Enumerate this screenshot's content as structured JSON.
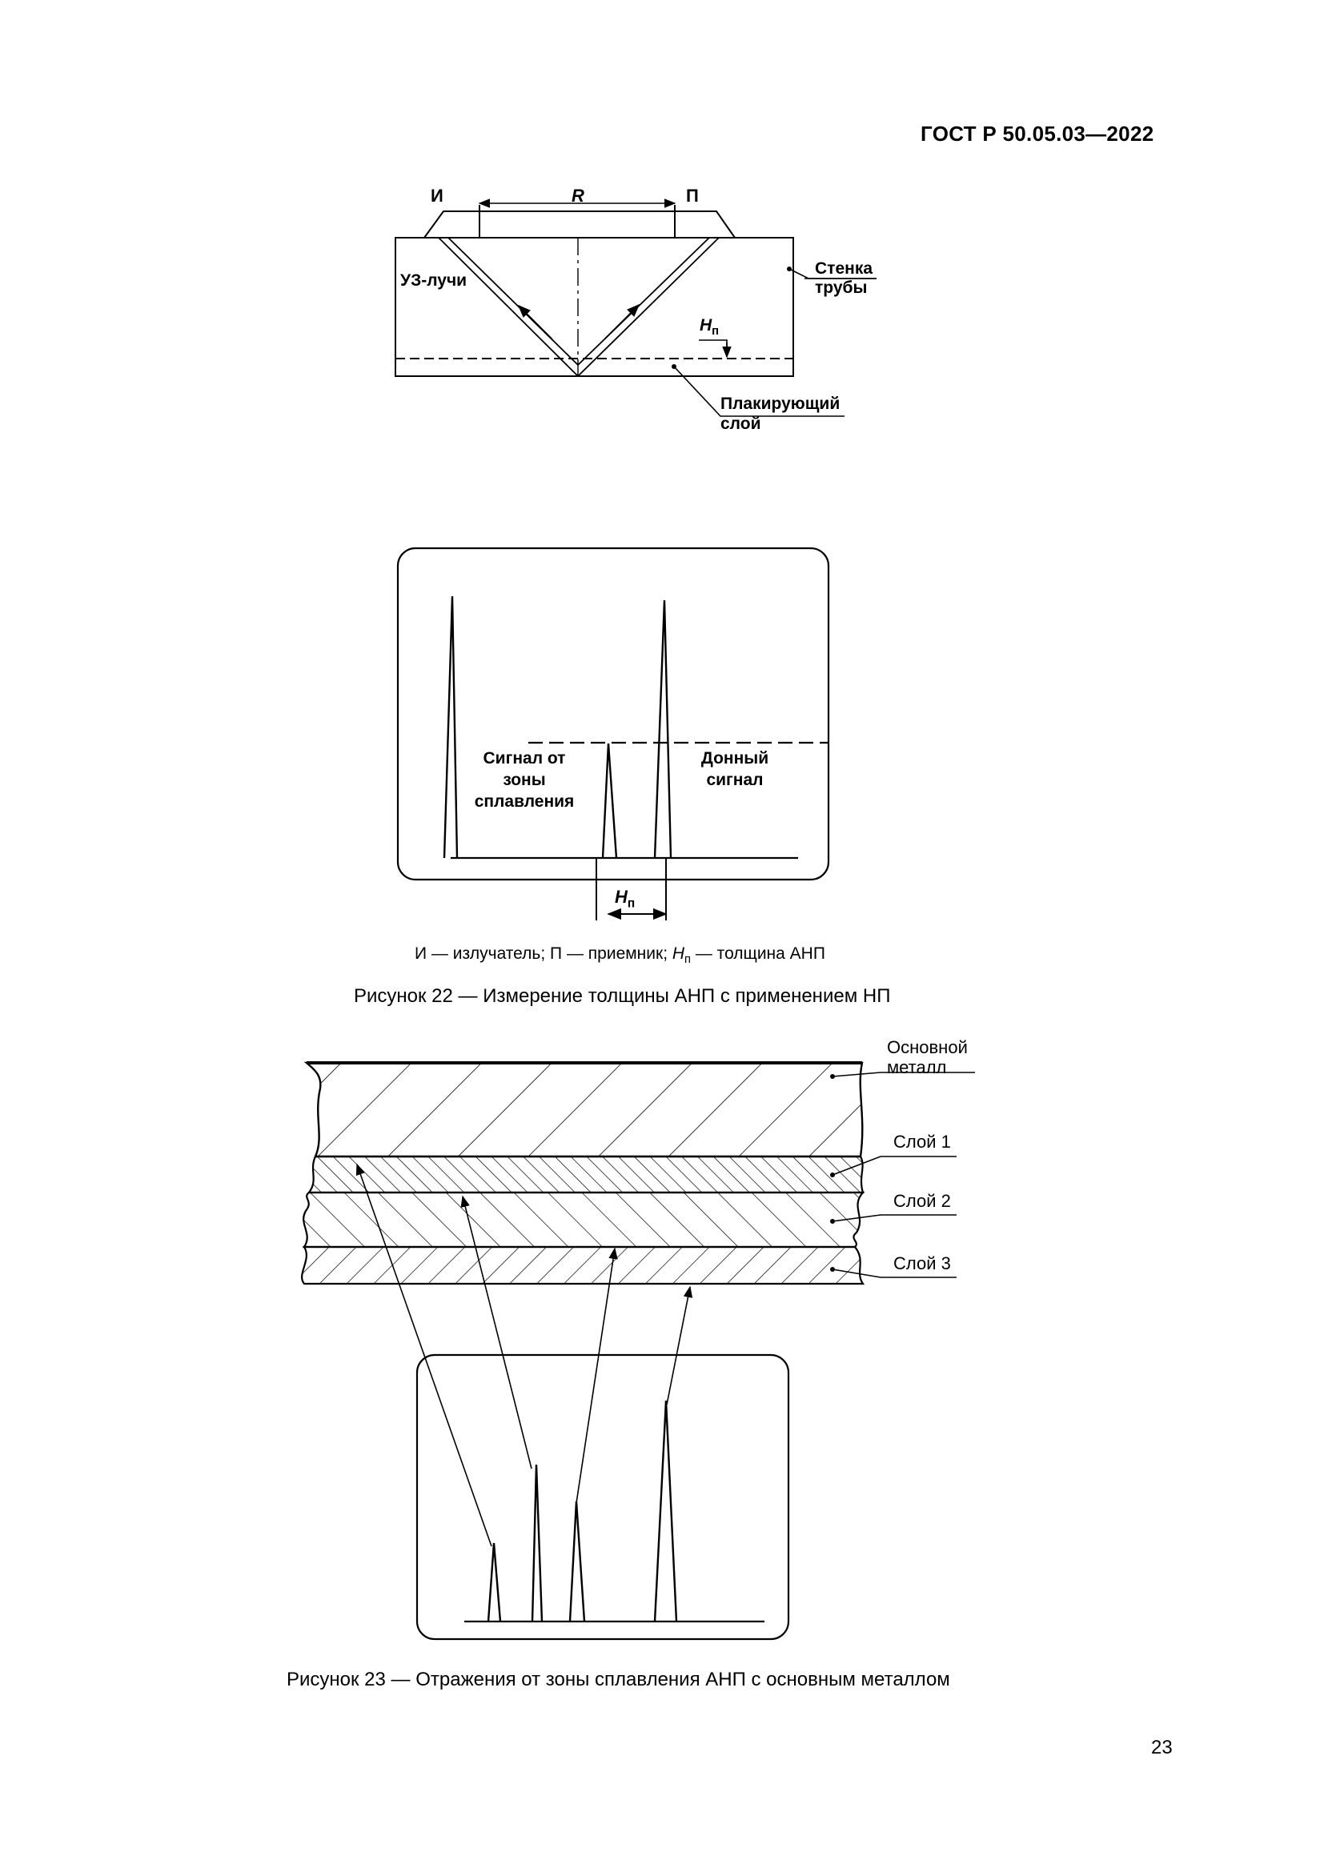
{
  "header": {
    "doc_code": "ГОСТ Р 50.05.03—2022"
  },
  "figure22": {
    "label_emitter": "И",
    "label_receiver": "П",
    "label_distance": "R",
    "label_rays": "УЗ-лучи",
    "label_wall": "Стенка трубы",
    "label_clad_layer": "Плакирующий слой",
    "label_thickness": "H",
    "label_thickness_sub": "п",
    "label_fusion_signal": "Сигнал от зоны сплавления",
    "label_bottom_signal": "Донный сигнал",
    "legend": {
      "part1": "И — излучатель; П — приемник; ",
      "var": "H",
      "sub": "п",
      "part2": " — толщина АНП"
    },
    "caption": "Рисунок 22 — Измерение толщины АНП с применением НП"
  },
  "figure23": {
    "label_base_metal": "Основной металл",
    "label_layer1": "Слой 1",
    "label_layer2": "Слой 2",
    "label_layer3": "Слой 3",
    "caption": "Рисунок 23 — Отражения от зоны сплавления АНП с основным металлом"
  },
  "footer": {
    "page_number": "23"
  }
}
